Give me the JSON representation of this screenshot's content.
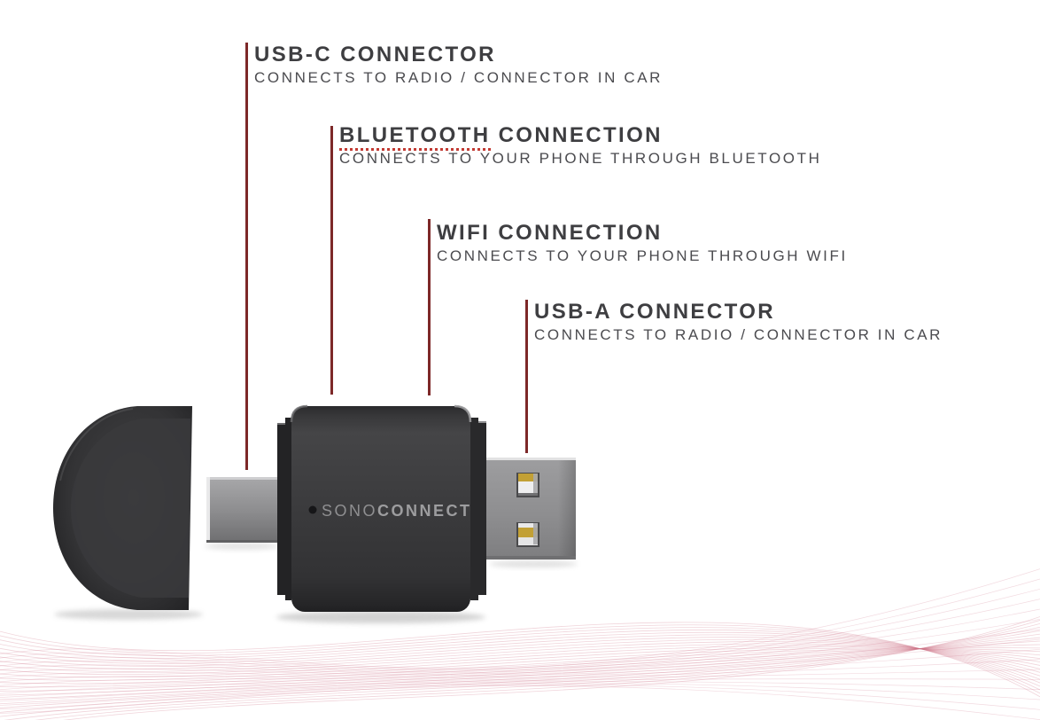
{
  "callouts": [
    {
      "title": "USB-C CONNECTOR",
      "description": "CONNECTS TO RADIO / CONNECTOR IN CAR"
    },
    {
      "title": "BLUETOOTH CONNECTION",
      "underlined_word": "BLUETOOTH",
      "title_remainder": " CONNECTION",
      "description": "CONNECTS TO YOUR PHONE THROUGH BLUETOOTH"
    },
    {
      "title": "WIFI CONNECTION",
      "description": "CONNECTS TO YOUR PHONE THROUGH WIFI"
    },
    {
      "title": "USB-A CONNECTOR",
      "description": "CONNECTS TO RADIO / CONNECTOR IN CAR"
    }
  ],
  "device": {
    "brand_prefix": "SONO",
    "brand_suffix": "CONNECT"
  },
  "colors": {
    "title_text": "#3e3e41",
    "description_text": "#4b4b4f",
    "leader_line": "#7d2828",
    "underline_dots": "#c23a33",
    "device_body": "#3a3a3c",
    "connector_metal": "#8f8f91",
    "contact_gold": "#c2a035",
    "brand_text": "#98989a",
    "wave": "#cc7186"
  }
}
